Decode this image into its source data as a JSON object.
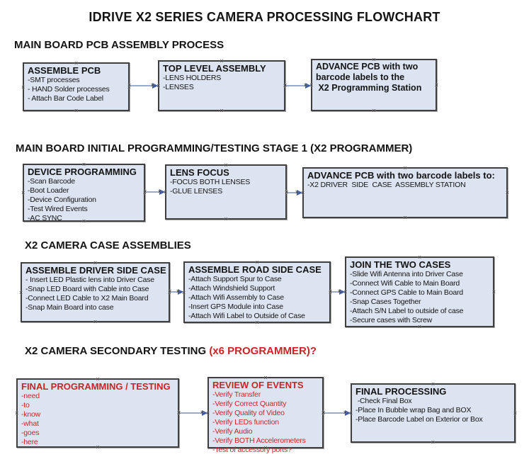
{
  "title": "IDRIVE X2  SERIES CAMERA PROCESSING FLOWCHART",
  "colors": {
    "text": "#141414",
    "red": "#cc2424",
    "box_fill": "#dce4f1",
    "box_border": "#3f3f3f",
    "arrow_line": "#99abcc",
    "arrow_head": "#3a55a3"
  },
  "sections": [
    {
      "header": "MAIN BOARD PCB ASSEMBLY PROCESS",
      "boxes": [
        {
          "title": "ASSEMBLE PCB",
          "lines": [
            "-SMT processes",
            "- HAND Solder processes",
            "- Attach Bar Code Label"
          ]
        },
        {
          "title": "TOP LEVEL ASSEMBLY",
          "lines": [
            "-LENS HOLDERS",
            "-LENSES"
          ]
        },
        {
          "title": "",
          "bold_lines": [
            "ADVANCE PCB with two",
            "barcode labels to the",
            " X2 Programming Station"
          ]
        }
      ]
    },
    {
      "header": "MAIN BOARD INITIAL PROGRAMMING/TESTING STAGE 1 (X2 PROGRAMMER)",
      "boxes": [
        {
          "title": "DEVICE PROGRAMMING",
          "lines": [
            "-Scan Barcode",
            "-Boot Loader",
            "-Device Configuration",
            "-Test Wired Events",
            "-AC SYNC"
          ]
        },
        {
          "title": "LENS FOCUS",
          "lines": [
            "-FOCUS BOTH LENSES",
            "-GLUE LENSES"
          ]
        },
        {
          "title": "ADVANCE PCB with two barcode labels to:",
          "lines": [
            "-X2 DRIVER  SIDE  CASE  ASSEMBLY STATION"
          ]
        }
      ]
    },
    {
      "header": "X2 CAMERA CASE ASSEMBLIES",
      "boxes": [
        {
          "title": "ASSEMBLE DRIVER SIDE CASE",
          "lines": [
            "- Insert LED Plastic lens into Driver Case",
            "-Snap LED Board with Cable into Case",
            "-Connect LED Cable to X2 Main Board",
            "-Snap Main Board into case"
          ]
        },
        {
          "title": "ASSEMBLE ROAD SIDE CASE",
          "lines": [
            "-Attach Support Spur to Case",
            "-Attach Windshield Support",
            "-Attach Wifi Assembly to Case",
            "-Insert GPS Module into Case",
            "-Attach Wifi Label to Outside of Case"
          ]
        },
        {
          "title": "JOIN THE TWO CASES",
          "lines": [
            "-Slide Wifi Antenna into Driver Case",
            "-Connect Wifi Cable to Main Board",
            "-Connect GPS Cable to Main Board",
            "-Snap Cases Together",
            "-Attach S/N Label to outside of case",
            "-Secure cases with Screw"
          ]
        }
      ]
    },
    {
      "header": "X2 CAMERA SECONDARY TESTING ",
      "header_suffix": "(x6 PROGRAMMER)?",
      "boxes": [
        {
          "title": "FINAL PROGRAMMING / TESTING",
          "lines": [
            "-need",
            "-to",
            "-know",
            "-what",
            "-goes",
            "-here"
          ],
          "text_color": "red"
        },
        {
          "title": "REVIEW OF EVENTS",
          "lines": [
            "-Verify Transfer",
            "-Verify Correct Quantity",
            "-Verify Quality of Video",
            "-Verify LEDs function",
            "-Verify Audio",
            "-Verify BOTH Accelerometers",
            "-Test of accessory ports?"
          ],
          "text_color": "red"
        },
        {
          "title": "FINAL PROCESSING",
          "lines": [
            " -Check Final Box",
            "-Place In Bubble wrap Bag and BOX",
            "-Place Barcode Label on Exterior or Box"
          ]
        }
      ]
    }
  ]
}
